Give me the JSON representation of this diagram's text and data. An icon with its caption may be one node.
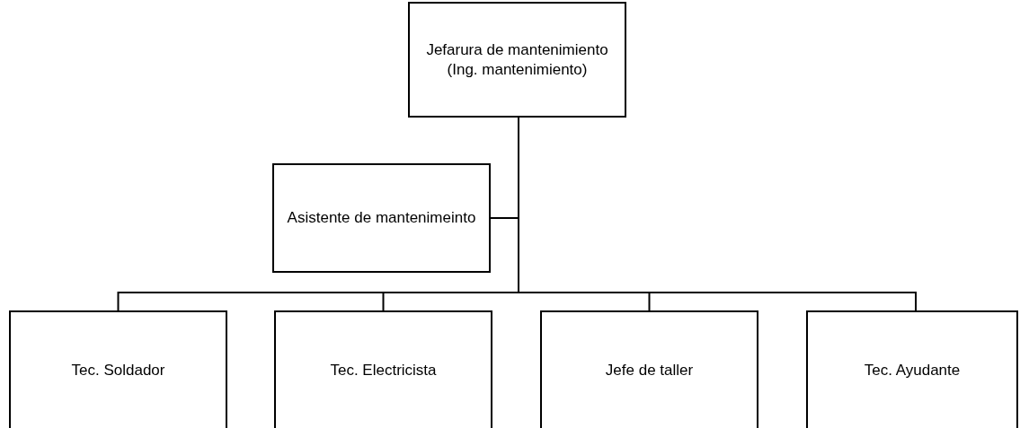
{
  "diagram": {
    "nodes": [
      {
        "text": [
          "Jefarura de mantenimiento (Ing. mantenimiento)"
        ]
      },
      {
        "text": [
          "Asistente de mantenimeinto"
        ]
      },
      {
        "text": [
          "Tec. Soldador"
        ]
      },
      {
        "text": [
          "Tec. Electricista"
        ]
      },
      {
        "text": [
          "Jefe de taller"
        ]
      },
      {
        "text": [
          "Tec. Ayudante"
        ]
      }
    ],
    "edges": [
      {
        "from": 0,
        "to": 1,
        "arrow": "none"
      },
      {
        "from": 0,
        "to": 2,
        "arrow": "none"
      },
      {
        "from": 0,
        "to": 3,
        "arrow": "none"
      },
      {
        "from": 0,
        "to": 4,
        "arrow": "none"
      },
      {
        "from": 0,
        "to": 5,
        "arrow": "none"
      }
    ]
  }
}
